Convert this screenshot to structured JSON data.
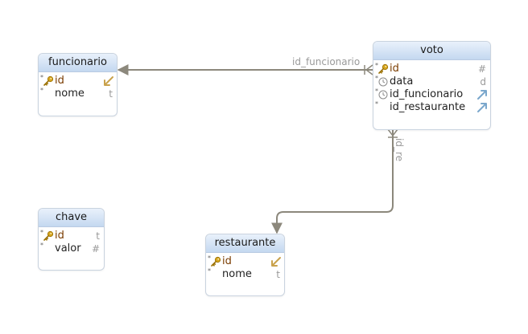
{
  "entities": {
    "funcionario": {
      "title": "funcionario",
      "columns": [
        {
          "req": "*",
          "icon": "key-icon",
          "name": "id",
          "type": "",
          "ref": "link-icon"
        },
        {
          "req": "*",
          "icon": "",
          "name": "nome",
          "type": "t",
          "ref": ""
        }
      ]
    },
    "voto": {
      "title": "voto",
      "columns": [
        {
          "req": "*",
          "icon": "key-icon",
          "name": "id",
          "type": "#",
          "ref": ""
        },
        {
          "req": "*",
          "icon": "clock-icon",
          "name": "data",
          "type": "d",
          "ref": ""
        },
        {
          "req": "*",
          "icon": "clock-icon",
          "name": "id_funcionario",
          "type": "",
          "ref": "foreign-key-icon"
        },
        {
          "req": "*",
          "icon": "",
          "name": "id_restaurante",
          "type": "",
          "ref": "foreign-key-icon"
        }
      ]
    },
    "chave": {
      "title": "chave",
      "columns": [
        {
          "req": "*",
          "icon": "key-icon",
          "name": "id",
          "type": "t",
          "ref": ""
        },
        {
          "req": "*",
          "icon": "",
          "name": "valor",
          "type": "#",
          "ref": ""
        }
      ]
    },
    "restaurante": {
      "title": "restaurante",
      "columns": [
        {
          "req": "*",
          "icon": "key-icon",
          "name": "id",
          "type": "",
          "ref": "link-icon"
        },
        {
          "req": "*",
          "icon": "",
          "name": "nome",
          "type": "t",
          "ref": ""
        }
      ]
    }
  },
  "relations": {
    "funcionario": {
      "label": "id_funcionario"
    },
    "restaurante": {
      "label": "id_re"
    }
  },
  "colors": {
    "connector": "#8c887c",
    "key": "#d6a51e",
    "fk_arrow": "#7aa7cc",
    "pk_ref": "#c9a24c"
  }
}
